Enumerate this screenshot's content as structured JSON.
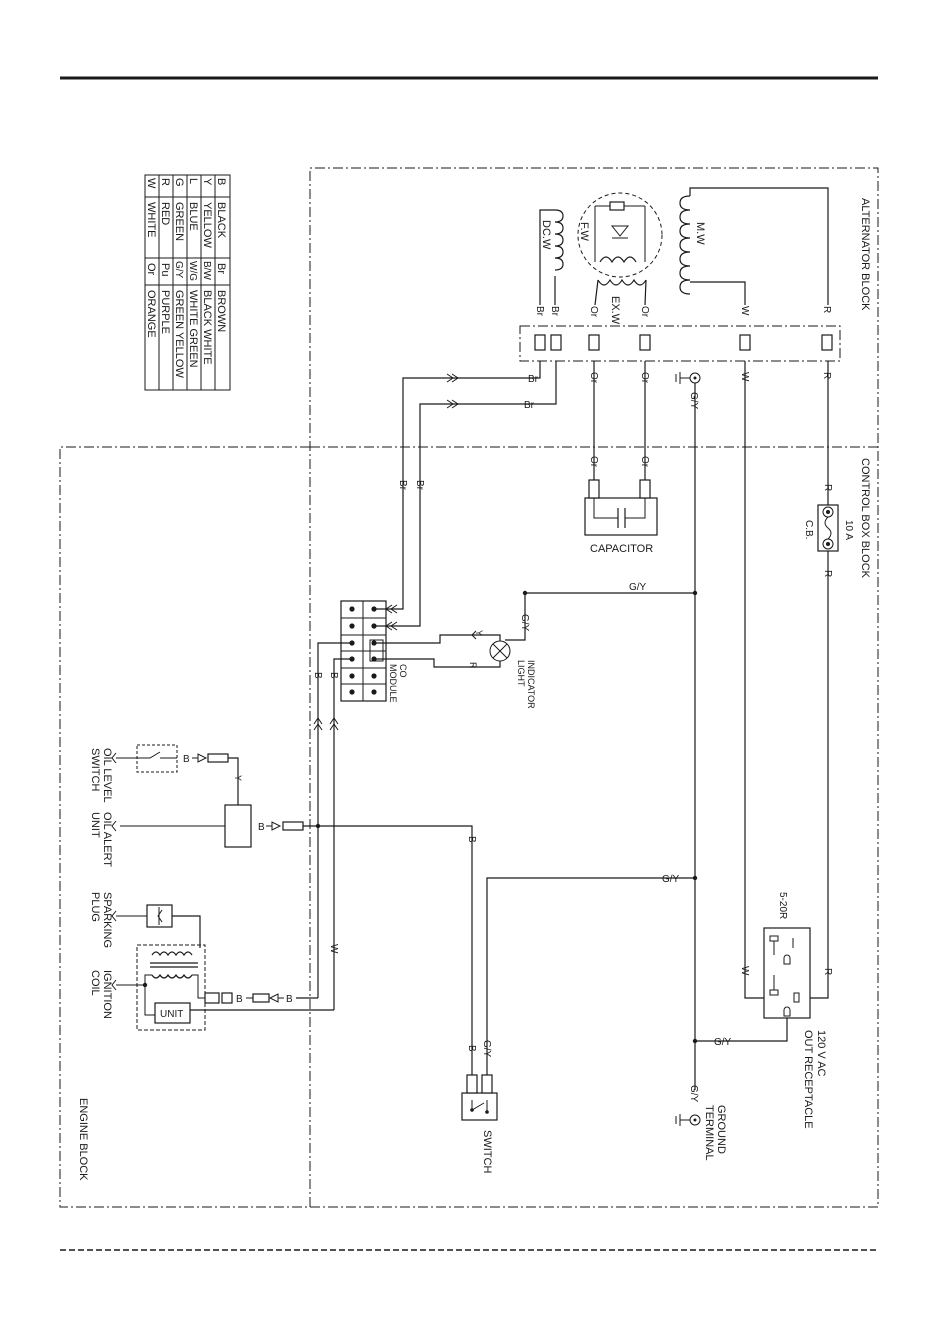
{
  "blocks": {
    "alternator": "ALTERNATOR BLOCK",
    "control_box": "CONTROL BOX BLOCK",
    "engine": "ENGINE BLOCK"
  },
  "color_legend": [
    {
      "code": "B",
      "name": "BLACK",
      "code2": "Br",
      "name2": "BROWN"
    },
    {
      "code": "Y",
      "name": "YELLOW",
      "code2": "B/W",
      "name2": "BLACK WHITE"
    },
    {
      "code": "L",
      "name": "BLUE",
      "code2": "W/G",
      "name2": "WHITE GREEN"
    },
    {
      "code": "G",
      "name": "GREEN",
      "code2": "G/Y",
      "name2": "GREEN YELLOW"
    },
    {
      "code": "R",
      "name": "RED",
      "code2": "Pu",
      "name2": "PURPLE"
    },
    {
      "code": "W",
      "name": "WHITE",
      "code2": "Or",
      "name2": "ORANGE"
    }
  ],
  "components": {
    "dc_w": "DC.W",
    "f_w": "F.W",
    "ex_w": "EX.W",
    "m_w": "M.W",
    "capacitor": "CAPACITOR",
    "cb_rating": "10 A",
    "cb": "C.B.",
    "co_module_1": "CO",
    "co_module_2": "MODULE",
    "indicator_1": "INDICATOR",
    "indicator_2": "LIGHT",
    "oil_level_1": "OIL LEVEL",
    "oil_level_2": "SWITCH",
    "oil_alert_1": "OIL ALERT",
    "oil_alert_2": "UNIT",
    "spark_1": "SPARKING",
    "spark_2": "PLUG",
    "ignition_1": "IGNITION",
    "ignition_2": "COIL",
    "unit": "UNIT",
    "receptacle_type": "5-20R",
    "receptacle_1": "120 V AC",
    "receptacle_2": "OUT RECEPTACLE",
    "ground_1": "GROUND",
    "ground_2": "TERMINAL",
    "switch": "SWITCH"
  },
  "wire_labels": {
    "br": "Br",
    "or": "Or",
    "w": "W",
    "r": "R",
    "gy": "G/Y",
    "b": "B",
    "y": "Y"
  }
}
